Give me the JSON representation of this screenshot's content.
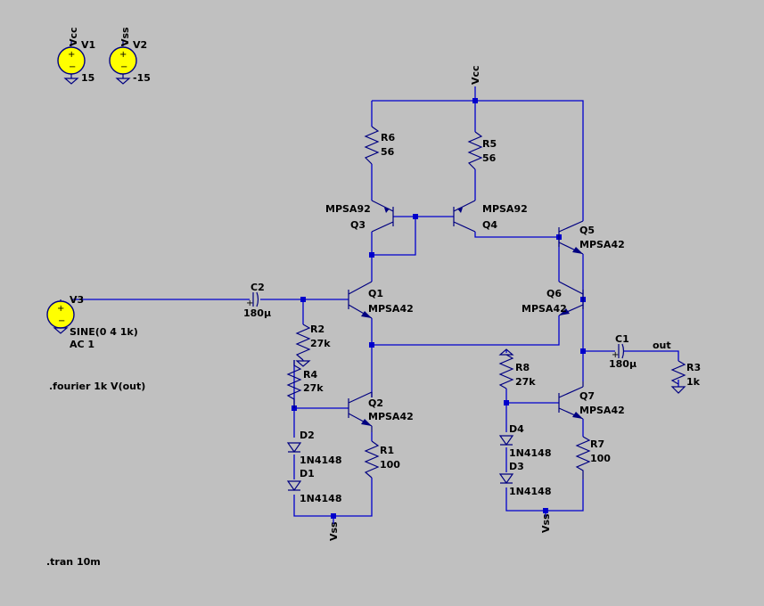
{
  "sources": {
    "v1": {
      "name": "V1",
      "net": "Vcc",
      "value": "15"
    },
    "v2": {
      "name": "V2",
      "net": "Vss",
      "value": "-15"
    },
    "v3": {
      "name": "V3",
      "value": "SINE(0 4 1k)",
      "ac": "AC 1"
    }
  },
  "nets": {
    "vcc": "Vcc",
    "vss1": "Vss",
    "vss2": "Vss",
    "out": "out"
  },
  "resistors": [
    {
      "name": "R6",
      "value": "56"
    },
    {
      "name": "R5",
      "value": "56"
    },
    {
      "name": "R2",
      "value": "27k"
    },
    {
      "name": "R4",
      "value": "27k"
    },
    {
      "name": "R1",
      "value": "100"
    },
    {
      "name": "R8",
      "value": "27k"
    },
    {
      "name": "R7",
      "value": "100"
    },
    {
      "name": "R3",
      "value": "1k"
    }
  ],
  "capacitors": [
    {
      "name": "C2",
      "value": "180µ"
    },
    {
      "name": "C1",
      "value": "180µ"
    }
  ],
  "transistors": [
    {
      "name": "Q3",
      "model": "MPSA92"
    },
    {
      "name": "Q4",
      "model": "MPSA92"
    },
    {
      "name": "Q1",
      "model": "MPSA42"
    },
    {
      "name": "Q2",
      "model": "MPSA42"
    },
    {
      "name": "Q5",
      "model": "MPSA42"
    },
    {
      "name": "Q6",
      "model": "MPSA42"
    },
    {
      "name": "Q7",
      "model": "MPSA42"
    }
  ],
  "diodes": [
    {
      "name": "D2",
      "model": "1N4148"
    },
    {
      "name": "D1",
      "model": "1N4148"
    },
    {
      "name": "D4",
      "model": "1N4148"
    },
    {
      "name": "D3",
      "model": "1N4148"
    }
  ],
  "directives": {
    "fourier": ".fourier 1k V(out)",
    "tran": ".tran 10m"
  },
  "colors": {
    "background": "#c0c0c0",
    "wire": "#0000cc",
    "component": "#000080",
    "source_fill": "#ffff00"
  }
}
